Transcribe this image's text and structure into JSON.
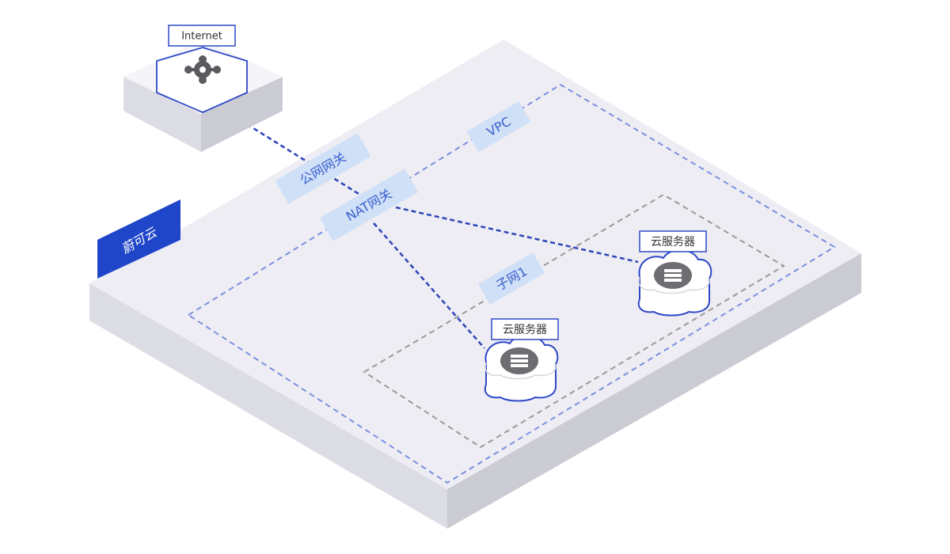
{
  "brand": {
    "label": "蔚可云",
    "color": "#1f45c9"
  },
  "internet": {
    "label": "Internet",
    "icon": "network-router-icon"
  },
  "labels": {
    "public_gateway": "公网网关",
    "nat_gateway": "NAT网关",
    "vpc": "VPC",
    "subnet": "子网1"
  },
  "servers": [
    {
      "label": "云服务器",
      "icon": "cloud-server-icon"
    },
    {
      "label": "云服务器",
      "icon": "cloud-server-icon"
    }
  ],
  "colors": {
    "platform_top": "#eeedf4",
    "platform_left": "#dcdce4",
    "platform_right": "#cbcbd4",
    "vpc_border": "#7c8fe0",
    "subnet_border": "#9a9a9a",
    "link_line": "#2e44b8",
    "tag_fill": "#cfe0f7",
    "tag_text": "#3b5fd0",
    "accent_blue": "#2e49c6"
  }
}
